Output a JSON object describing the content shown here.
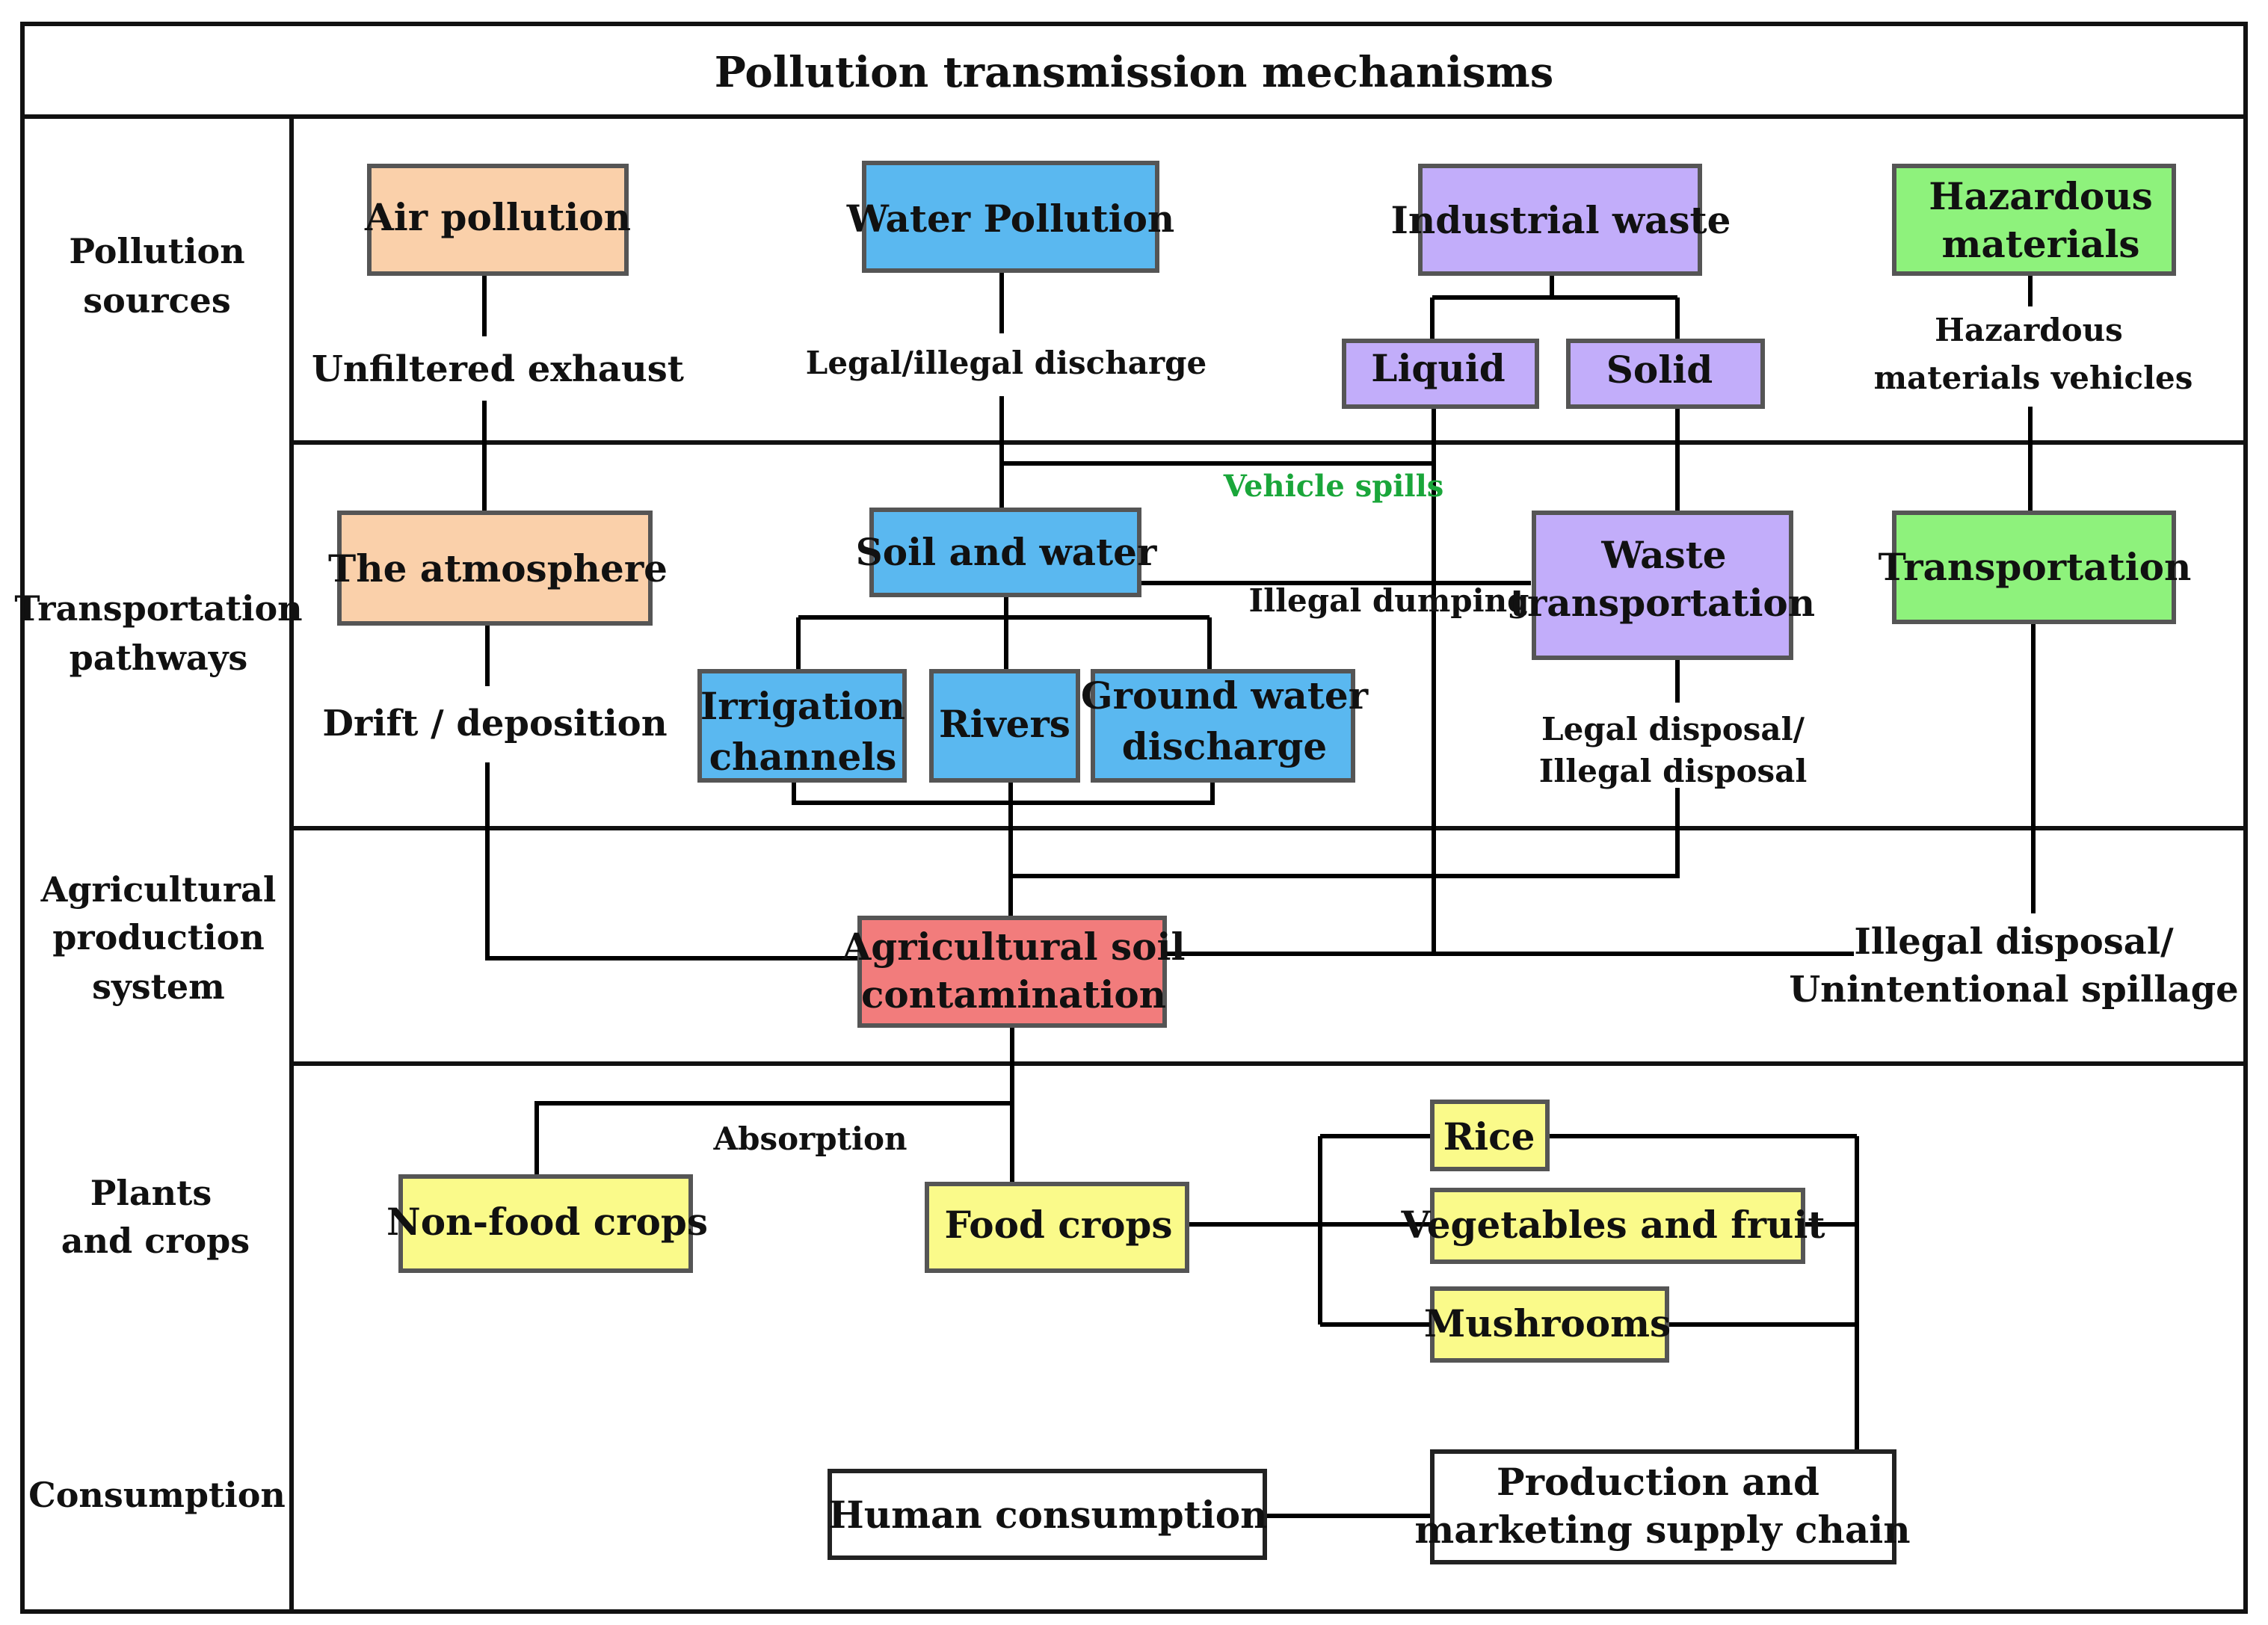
{
  "title": "Pollution transmission mechanisms",
  "rows": {
    "pollution_sources": [
      "Pollution",
      "sources"
    ],
    "transportation_pathways": [
      "Transportation",
      "pathways"
    ],
    "agricultural_system": [
      "Agricultural",
      "production",
      "system"
    ],
    "plants_crops": [
      "Plants",
      "and crops"
    ],
    "consumption": [
      "Consumption"
    ]
  },
  "colors": {
    "air": "#fad0aa",
    "water": "#5ab8f0",
    "industrial": "#c2adfa",
    "hazardous": "#8ef27c",
    "contamination": "#f27c7c",
    "crops": "#fafa8a",
    "label_green": "#1aa63a"
  },
  "nodes": {
    "air_pollution": "Air pollution",
    "water_pollution": "Water Pollution",
    "industrial_waste": "Industrial waste",
    "hazardous_materials": [
      "Hazardous",
      "materials"
    ],
    "liquid": "Liquid",
    "solid": "Solid",
    "atmosphere": "The atmosphere",
    "soil_water": "Soil and water",
    "waste_transportation": [
      "Waste",
      "transportation"
    ],
    "transportation": "Transportation",
    "irrigation_channels": [
      "Irrigation",
      "channels"
    ],
    "rivers": "Rivers",
    "ground_water": [
      "Ground water",
      "discharge"
    ],
    "ag_soil": [
      "Agricultural soil",
      "contamination"
    ],
    "non_food_crops": "Non-food crops",
    "food_crops": "Food crops",
    "rice": "Rice",
    "vegetables_fruit": "Vegetables and fruit",
    "mushrooms": "Mushrooms",
    "human_consumption": "Human consumption",
    "supply_chain": [
      "Production and",
      "marketing supply chain"
    ]
  },
  "edge_labels": {
    "unfiltered_exhaust": "Unfiltered exhaust",
    "legal_illegal_discharge": "Legal/illegal discharge",
    "hazardous_vehicles": [
      "Hazardous",
      "materials vehicles"
    ],
    "vehicle_spills": "Vehicle spills",
    "illegal_dumping": "Illegal dumping",
    "drift_deposition": "Drift / deposition",
    "legal_illegal_disposal": [
      "Legal disposal/",
      "Illegal disposal"
    ],
    "illegal_disposal_spillage": [
      "Illegal disposal/",
      "Unintentional spillage"
    ],
    "absorption": "Absorption"
  }
}
